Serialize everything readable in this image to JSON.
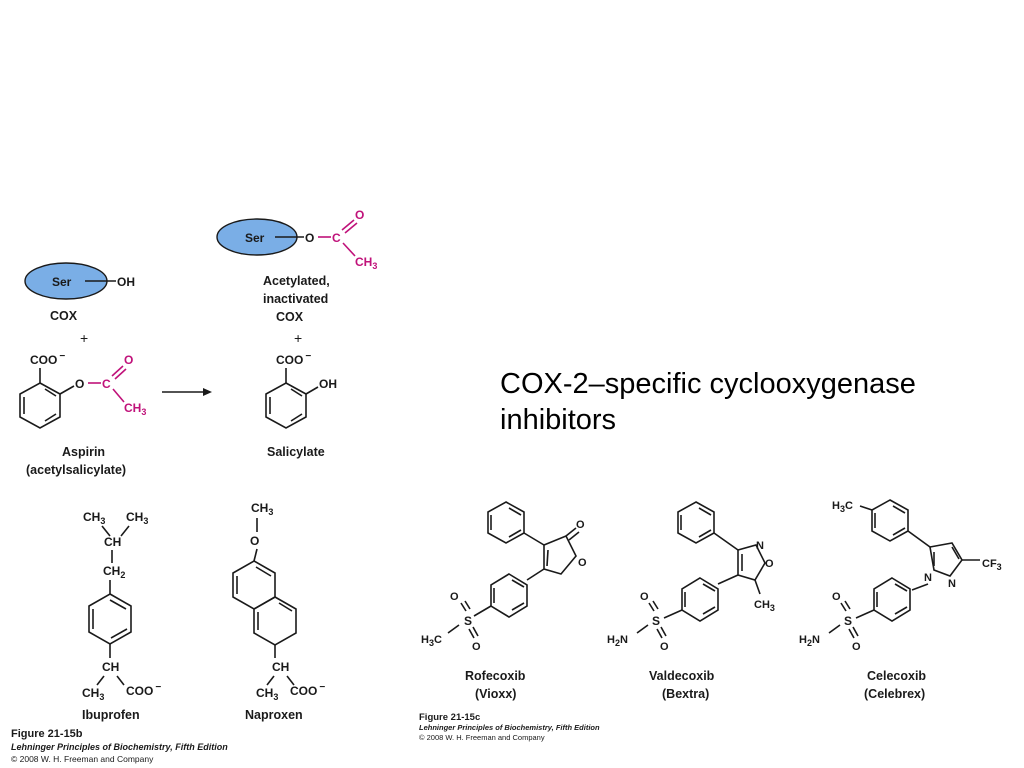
{
  "heading": {
    "line1": "COX-2–specific cyclooxygenase",
    "line2": "inhibitors"
  },
  "reaction": {
    "ser": "Ser",
    "oh": "OH",
    "cox": "COX",
    "plus": "+",
    "acetylated_line1": "Acetylated,",
    "acetylated_line2": "inactivated",
    "acetylated_line3": "COX",
    "coo": "COO",
    "charge": "−",
    "o": "O",
    "c": "C",
    "ch": "CH",
    "sub3": "3",
    "sub2": "2",
    "aspirin": "Aspirin",
    "aspirin_sub": "(acetylsalicylate)",
    "salicylate": "Salicylate"
  },
  "nsaids": {
    "ibuprofen": "Ibuprofen",
    "naproxen": "Naproxen"
  },
  "cox2": {
    "rofecoxib": "Rofecoxib",
    "rofecoxib_brand": "(Vioxx)",
    "valdecoxib": "Valdecoxib",
    "valdecoxib_brand": "(Bextra)",
    "celecoxib": "Celecoxib",
    "celecoxib_brand": "(Celebrex)",
    "s": "S",
    "n": "N",
    "h2n": "H",
    "h3c": "H",
    "cf3": "CF"
  },
  "captions": {
    "left_figure": "Figure 21-15b",
    "right_figure": "Figure 21-15c",
    "book": "Lehninger Principles of Biochemistry, Fifth Edition",
    "copyright": "© 2008 W. H. Freeman and Company"
  },
  "colors": {
    "ser_fill": "#7aaee6",
    "acetyl": "#c0127a"
  }
}
